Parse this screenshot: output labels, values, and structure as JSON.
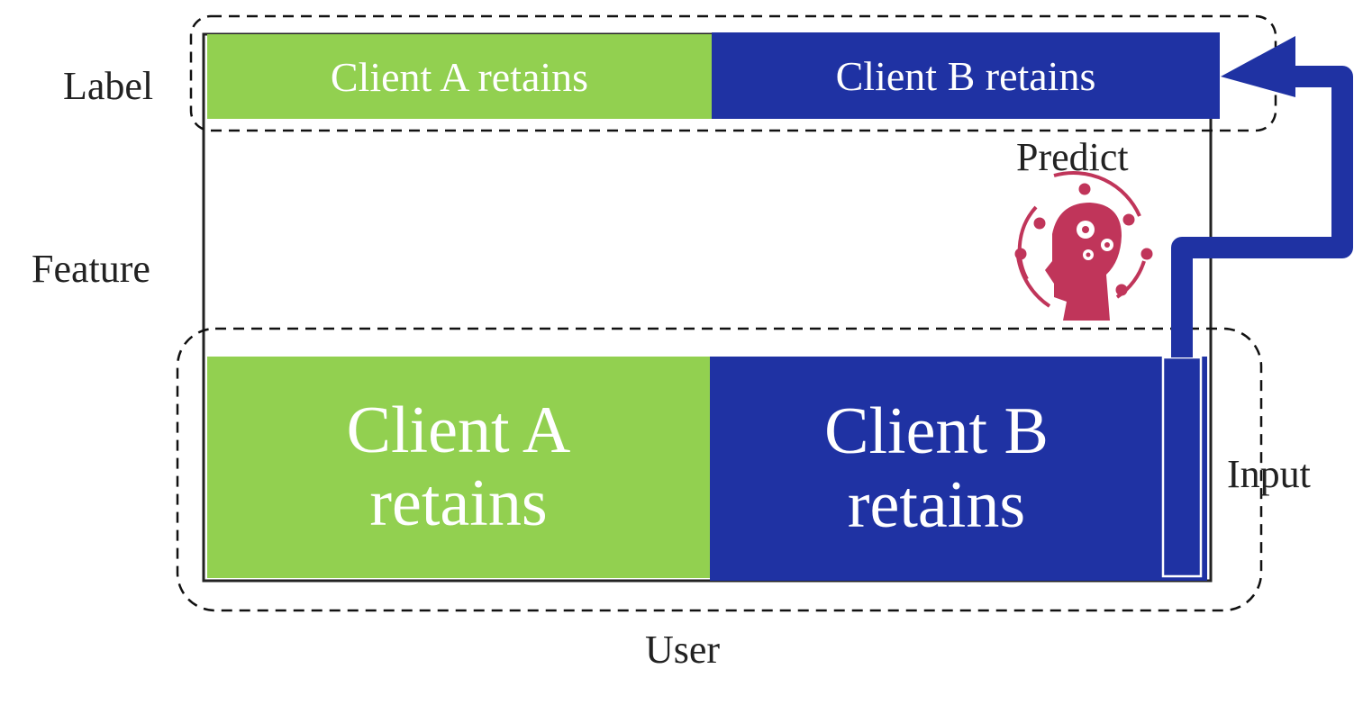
{
  "labels": {
    "label": "Label",
    "feature": "Feature",
    "user": "User",
    "input": "Input",
    "predict": "Predict"
  },
  "label_row": {
    "client_a": "Client A retains",
    "client_b": "Client B retains"
  },
  "user_block": {
    "client_a_line1": "Client A",
    "client_a_line2": "retains",
    "client_b_line1": "Client B",
    "client_b_line2": "retains"
  },
  "colors": {
    "client_a": "#92d050",
    "client_b": "#1f32a3",
    "icon": "#c0355a"
  },
  "icons": {
    "predict": "ai-head-gears-icon"
  }
}
